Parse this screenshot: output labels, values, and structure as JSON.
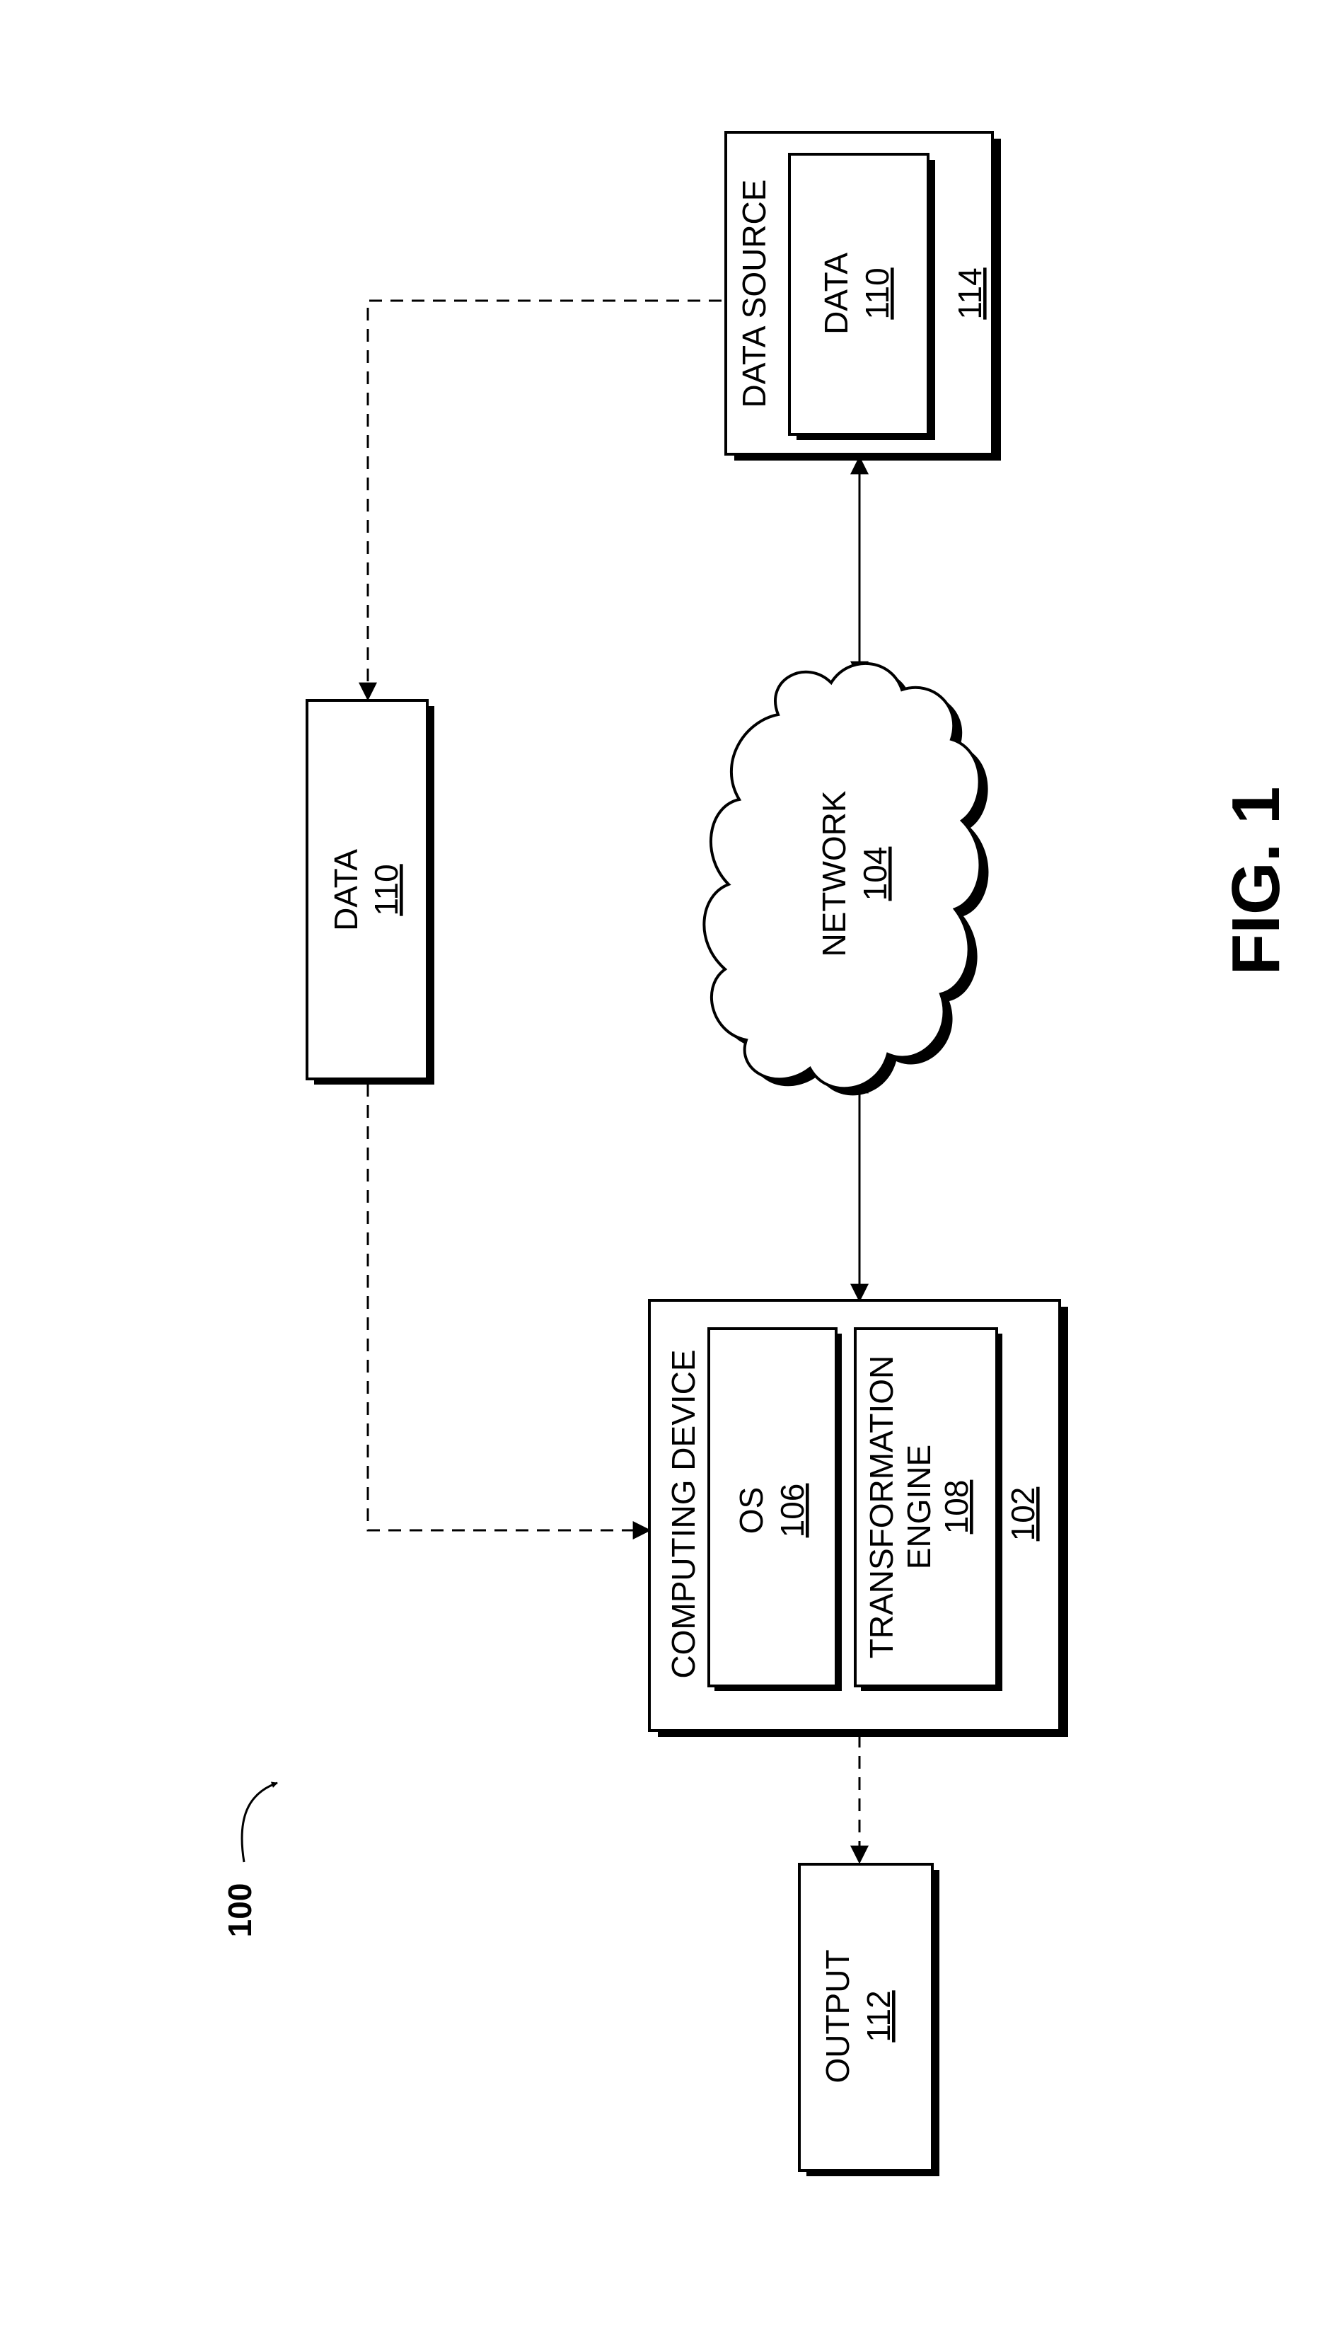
{
  "figure": {
    "label": "FIG. 1",
    "system_ref": "100"
  },
  "computing_device": {
    "title": "COMPUTING DEVICE",
    "ref": "102",
    "os": {
      "title": "OS",
      "ref": "106"
    },
    "engine": {
      "line1": "TRANSFORMATION",
      "line2": "ENGINE",
      "ref": "108"
    }
  },
  "network": {
    "title": "NETWORK",
    "ref": "104"
  },
  "data_source": {
    "title": "DATA SOURCE",
    "ref": "114",
    "data": {
      "title": "DATA",
      "ref": "110"
    }
  },
  "data_block": {
    "title": "DATA",
    "ref": "110"
  },
  "output": {
    "title": "OUTPUT",
    "ref": "112"
  }
}
